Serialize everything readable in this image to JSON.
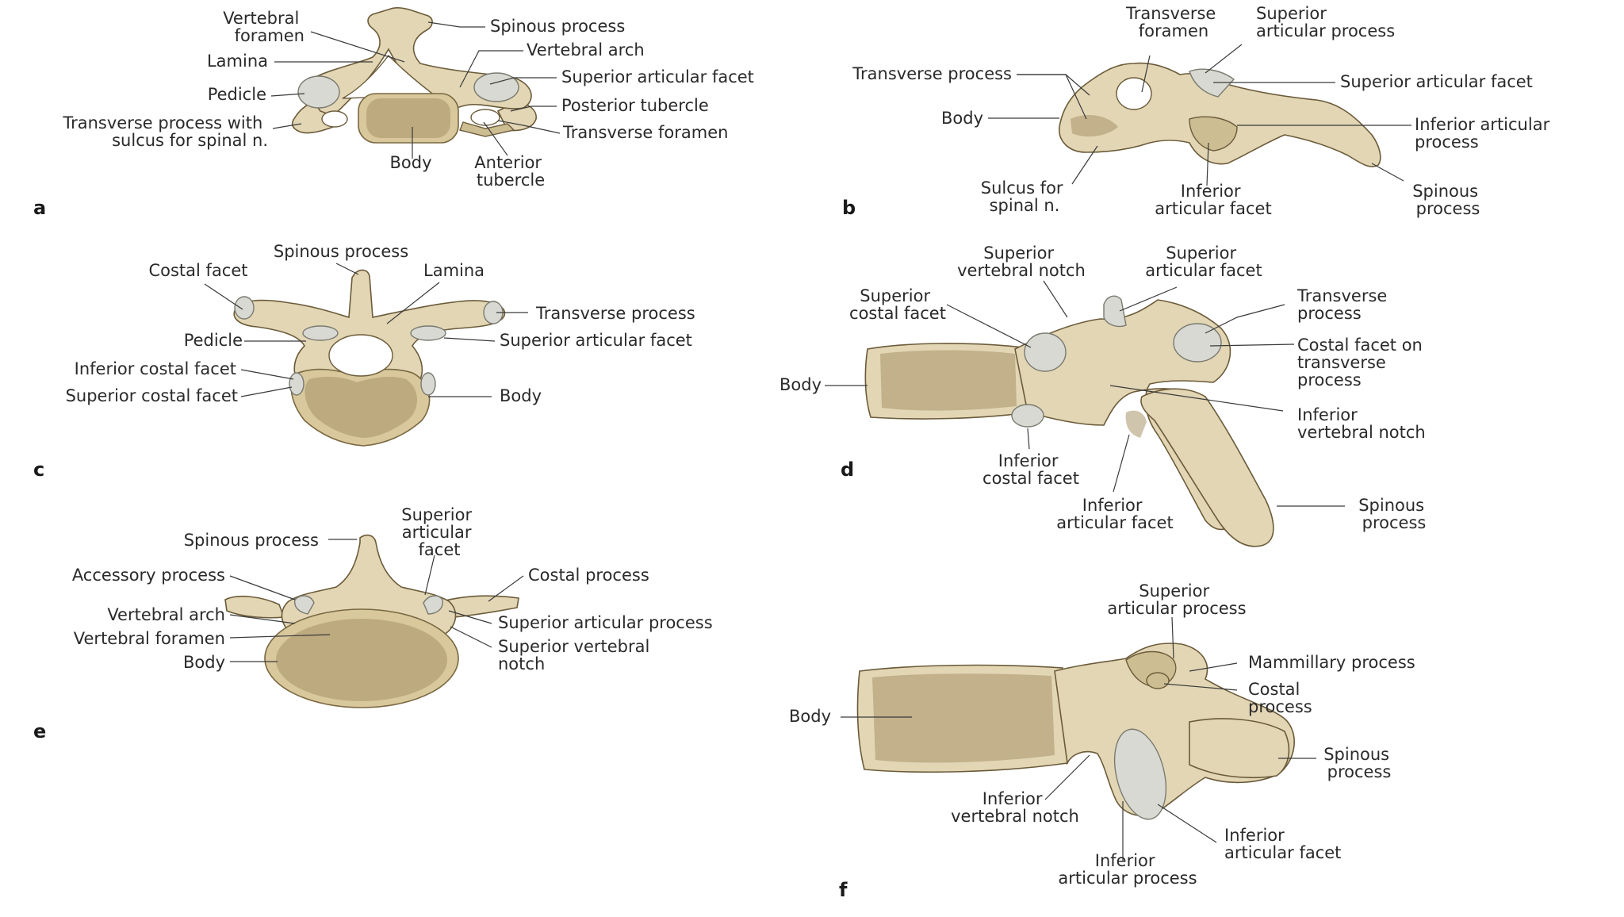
{
  "panels": [
    {
      "id": "a",
      "letter": "a",
      "labels": [
        {
          "lines": [
            "Vertebral",
            "foramen"
          ]
        },
        {
          "lines": [
            "Lamina"
          ]
        },
        {
          "lines": [
            "Pedicle"
          ]
        },
        {
          "lines": [
            "Transverse process with",
            "sulcus for spinal n."
          ]
        },
        {
          "lines": [
            "Body"
          ]
        },
        {
          "lines": [
            "Anterior",
            "tubercle"
          ]
        },
        {
          "lines": [
            "Spinous process"
          ]
        },
        {
          "lines": [
            "Vertebral arch"
          ]
        },
        {
          "lines": [
            "Superior articular facet"
          ]
        },
        {
          "lines": [
            "Posterior tubercle"
          ]
        },
        {
          "lines": [
            "Transverse foramen"
          ]
        }
      ]
    },
    {
      "id": "b",
      "letter": "b",
      "labels": [
        {
          "lines": [
            "Transverse",
            "foramen"
          ]
        },
        {
          "lines": [
            "Superior",
            "articular process"
          ]
        },
        {
          "lines": [
            "Transverse process"
          ]
        },
        {
          "lines": [
            "Superior articular facet"
          ]
        },
        {
          "lines": [
            "Body"
          ]
        },
        {
          "lines": [
            "Inferior articular",
            "process"
          ]
        },
        {
          "lines": [
            "Sulcus for",
            "spinal n."
          ]
        },
        {
          "lines": [
            "Inferior",
            "articular facet"
          ]
        },
        {
          "lines": [
            "Spinous",
            "process"
          ]
        }
      ]
    },
    {
      "id": "c",
      "letter": "c",
      "labels": [
        {
          "lines": [
            "Spinous process"
          ]
        },
        {
          "lines": [
            "Costal facet"
          ]
        },
        {
          "lines": [
            "Lamina"
          ]
        },
        {
          "lines": [
            "Transverse process"
          ]
        },
        {
          "lines": [
            "Pedicle"
          ]
        },
        {
          "lines": [
            "Superior articular facet"
          ]
        },
        {
          "lines": [
            "Inferior costal facet"
          ]
        },
        {
          "lines": [
            "Superior costal facet"
          ]
        },
        {
          "lines": [
            "Body"
          ]
        }
      ]
    },
    {
      "id": "d",
      "letter": "d",
      "labels": [
        {
          "lines": [
            "Superior",
            "vertebral notch"
          ]
        },
        {
          "lines": [
            "Superior",
            "articular facet"
          ]
        },
        {
          "lines": [
            "Superior",
            "costal facet"
          ]
        },
        {
          "lines": [
            "Transverse",
            "process"
          ]
        },
        {
          "lines": [
            "Costal facet on",
            "transverse",
            "process"
          ]
        },
        {
          "lines": [
            "Body"
          ]
        },
        {
          "lines": [
            "Inferior",
            "vertebral notch"
          ]
        },
        {
          "lines": [
            "Inferior",
            "costal facet"
          ]
        },
        {
          "lines": [
            "Inferior",
            "articular facet"
          ]
        },
        {
          "lines": [
            "Spinous",
            "process"
          ]
        }
      ]
    },
    {
      "id": "e",
      "letter": "e",
      "labels": [
        {
          "lines": [
            "Superior",
            "articular",
            "facet"
          ]
        },
        {
          "lines": [
            "Spinous process"
          ]
        },
        {
          "lines": [
            "Accessory process"
          ]
        },
        {
          "lines": [
            "Costal process"
          ]
        },
        {
          "lines": [
            "Vertebral arch"
          ]
        },
        {
          "lines": [
            "Vertebral foramen"
          ]
        },
        {
          "lines": [
            "Superior articular process"
          ]
        },
        {
          "lines": [
            "Body"
          ]
        },
        {
          "lines": [
            "Superior vertebral",
            "notch"
          ]
        }
      ]
    },
    {
      "id": "f",
      "letter": "f",
      "labels": [
        {
          "lines": [
            "Superior",
            "articular process"
          ]
        },
        {
          "lines": [
            "Mammillary process"
          ]
        },
        {
          "lines": [
            "Costal",
            "process"
          ]
        },
        {
          "lines": [
            "Body"
          ]
        },
        {
          "lines": [
            "Spinous",
            "process"
          ]
        },
        {
          "lines": [
            "Inferior",
            "vertebral notch"
          ]
        },
        {
          "lines": [
            "Inferior",
            "articular facet"
          ]
        },
        {
          "lines": [
            "Inferior",
            "articular process"
          ]
        }
      ]
    }
  ],
  "colors": {
    "bone": "#e2d6b4",
    "bone_shadow": "#cdbd92",
    "facet": "#d9d9d3",
    "text": "#2a2a2a"
  }
}
